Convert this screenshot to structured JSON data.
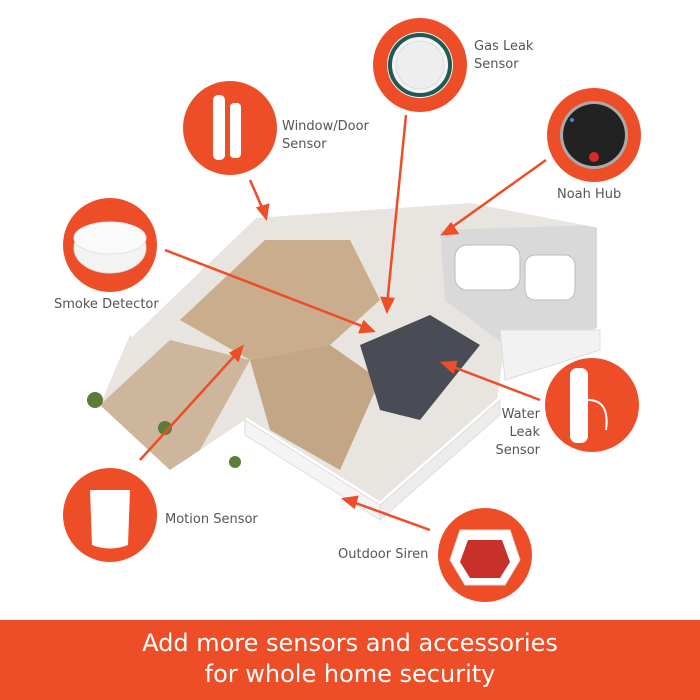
{
  "accent_color": "#ee4e27",
  "devices": [
    {
      "name": "Gas Leak Sensor",
      "line1": "Gas Leak",
      "line2": "Sensor",
      "icon": "gas-leak-sensor-icon"
    },
    {
      "name": "Window/Door Sensor",
      "line1": "Window/Door",
      "line2": "Sensor",
      "icon": "window-door-sensor-icon"
    },
    {
      "name": "Noah Hub",
      "line1": "Noah Hub",
      "icon": "hub-icon"
    },
    {
      "name": "Smoke Detector",
      "line1": "Smoke Detector",
      "icon": "smoke-detector-icon"
    },
    {
      "name": "Water Leak Sensor",
      "line1": "Water Leak",
      "line2": "Sensor",
      "icon": "water-leak-sensor-icon"
    },
    {
      "name": "Motion Sensor",
      "line1": "Motion Sensor",
      "icon": "motion-sensor-icon"
    },
    {
      "name": "Outdoor Siren",
      "line1": "Outdoor Siren",
      "icon": "siren-icon"
    }
  ],
  "banner": {
    "line1": "Add more sensors and accessories",
    "line2": "for whole home security"
  }
}
